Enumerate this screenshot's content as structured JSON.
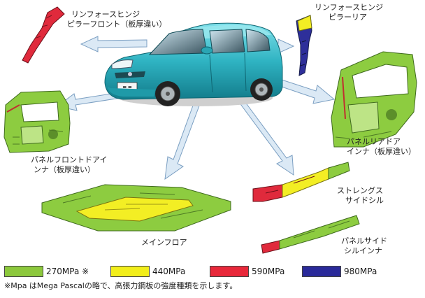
{
  "labels": {
    "hinge_pillar_front": [
      "リンフォースヒンジ",
      "ピラーフロント（板厚違い）"
    ],
    "hinge_pillar_rear": [
      "リンフォースヒンジ",
      "ピラーリア"
    ],
    "front_door_inner": [
      "パネルフロントドアイ",
      "ンナ（板厚違い）"
    ],
    "rear_door_inner": [
      "パネルリアドア",
      "インナ（板厚違い）"
    ],
    "strength_side_sill": [
      "ストレングス",
      "サイドシル"
    ],
    "main_floor": [
      "メインフロア"
    ],
    "side_sill_inner": [
      "パネルサイド",
      "シルインナ"
    ]
  },
  "legend": [
    {
      "label": "270MPa",
      "color": "#8cc83c",
      "mark": "※"
    },
    {
      "label": "440MPa",
      "color": "#f2ee1a",
      "mark": ""
    },
    {
      "label": "590MPa",
      "color": "#e8283a",
      "mark": ""
    },
    {
      "label": "980MPa",
      "color": "#2a2a9a",
      "mark": ""
    }
  ],
  "footnote": "※Mpa はMega Pascalの略で、高張力鋼板の強度種類を示します。",
  "colors": {
    "arrow_fill": "#d8e8f4",
    "arrow_stroke": "#7a9ec0",
    "car_body": "#3cbcc8"
  }
}
